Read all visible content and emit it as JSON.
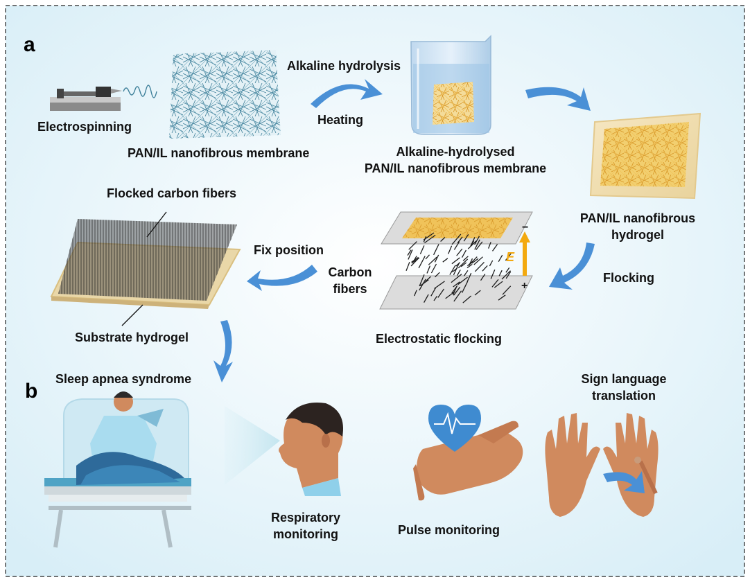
{
  "panels": {
    "a": "a",
    "b": "b"
  },
  "labels": {
    "electrospinning": "Electrospinning",
    "pan_membrane": "PAN/IL nanofibrous membrane",
    "alkaline_hydrolysis": "Alkaline hydrolysis",
    "heating": "Heating",
    "hydrolysed_line1": "Alkaline-hydrolysed",
    "hydrolysed_line2": "PAN/IL nanofibrous membrane",
    "hydrogel_line1": "PAN/IL nanofibrous",
    "hydrogel_line2": "hydrogel",
    "flocking": "Flocking",
    "electrostatic_flocking": "Electrostatic flocking",
    "carbon_line1": "Carbon",
    "carbon_line2": "fibers",
    "fix_position": "Fix position",
    "flocked_carbon_fibers": "Flocked carbon fibers",
    "substrate_hydrogel": "Substrate hydrogel",
    "sleep_apnea": "Sleep apnea syndrome",
    "respiratory_line1": "Respiratory",
    "respiratory_line2": "monitoring",
    "pulse_monitoring": "Pulse monitoring",
    "sign_line1": "Sign language",
    "sign_line2": "translation",
    "field_symbol": "E",
    "minus_sign": "−",
    "plus_sign": "+"
  },
  "colors": {
    "arrow_blue": "#4a90d6",
    "fiber_blue": "#3d7f99",
    "hydrogel_yellow": "#e8b94a",
    "field_arrow": "#f3a90f",
    "skin": "#d08a5e",
    "heart_blue": "#3f8bd0"
  },
  "icons": [
    "syringe-pump-icon",
    "beaker-icon",
    "heart-icon",
    "hand-icon",
    "bed-icon",
    "head-icon"
  ]
}
